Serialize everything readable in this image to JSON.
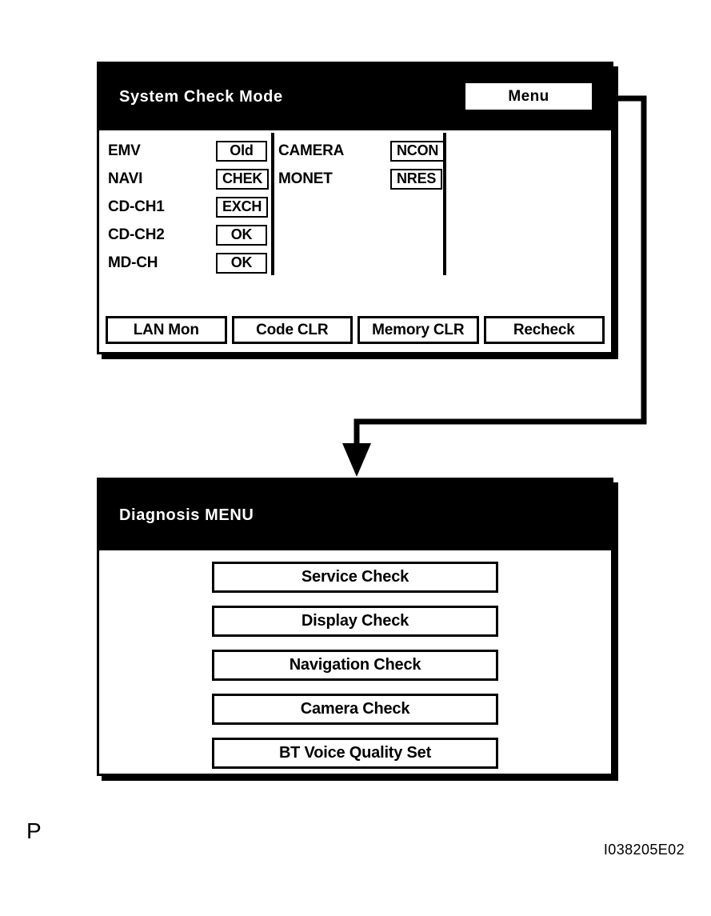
{
  "colors": {
    "background": "#ffffff",
    "ink": "#000000",
    "header_bg": "#000000",
    "header_text": "#ffffff"
  },
  "panels": {
    "system_check": {
      "title": "System Check Mode",
      "menu_button": {
        "label": "Menu",
        "icon": "menu-button"
      },
      "status_columns": [
        {
          "rows": [
            {
              "label": "EMV",
              "value": "Old"
            },
            {
              "label": "NAVI",
              "value": "CHEK"
            },
            {
              "label": "CD-CH1",
              "value": "EXCH"
            },
            {
              "label": "CD-CH2",
              "value": "OK"
            },
            {
              "label": "MD-CH",
              "value": "OK"
            }
          ]
        },
        {
          "rows": [
            {
              "label": "CAMERA",
              "value": "NCON"
            },
            {
              "label": "MONET",
              "value": "NRES"
            }
          ]
        }
      ],
      "action_buttons": [
        {
          "label": "LAN Mon"
        },
        {
          "label": "Code CLR"
        },
        {
          "label": "Memory CLR"
        },
        {
          "label": "Recheck"
        }
      ]
    },
    "diagnosis": {
      "title": "Diagnosis MENU",
      "menu_items": [
        {
          "label": "Service Check"
        },
        {
          "label": "Display Check"
        },
        {
          "label": "Navigation Check"
        },
        {
          "label": "Camera Check"
        },
        {
          "label": "BT Voice Quality Set"
        }
      ]
    }
  },
  "connector": {
    "name": "menu-to-diagnosis-arrow",
    "from": "menu-button",
    "to": "diagnosis-panel"
  },
  "captions": {
    "page_marker": "P",
    "figure_code": "I038205E02"
  }
}
